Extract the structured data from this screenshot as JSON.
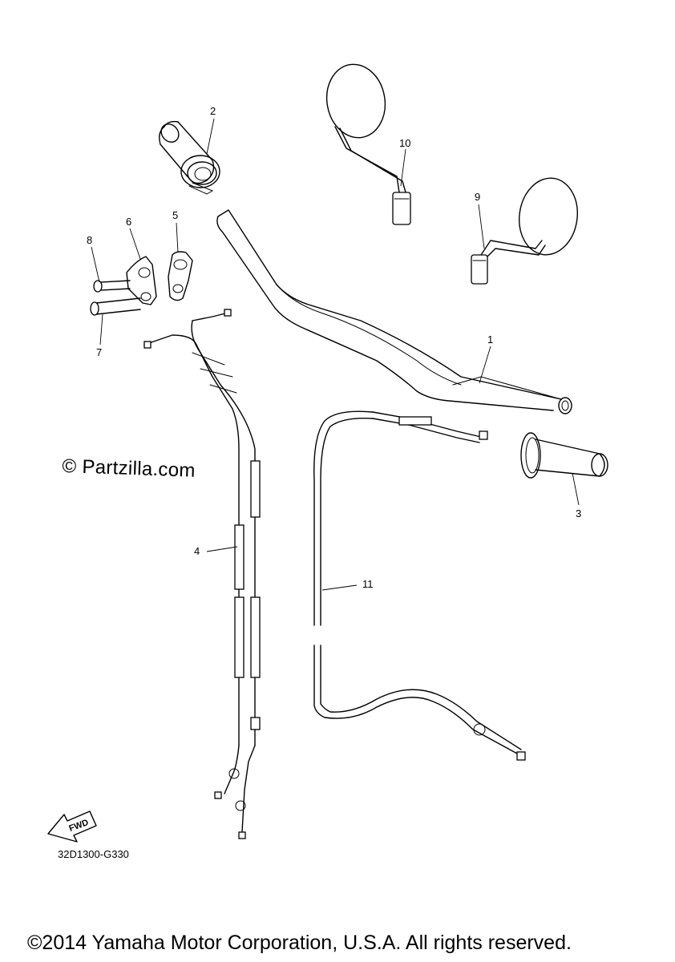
{
  "diagram": {
    "callouts": [
      {
        "id": "1",
        "label": "1"
      },
      {
        "id": "2",
        "label": "2"
      },
      {
        "id": "3",
        "label": "3"
      },
      {
        "id": "4",
        "label": "4"
      },
      {
        "id": "5",
        "label": "5"
      },
      {
        "id": "6",
        "label": "6"
      },
      {
        "id": "7",
        "label": "7"
      },
      {
        "id": "8",
        "label": "8"
      },
      {
        "id": "9",
        "label": "9"
      },
      {
        "id": "10",
        "label": "10"
      },
      {
        "id": "11",
        "label": "11"
      }
    ],
    "fwd_label": "FWD",
    "code": "32D1300-G330"
  },
  "watermark": "© Partzilla.com",
  "footer": {
    "copyright": "©2014 Yamaha Motor Corporation, U.S.A. All rights reserved."
  },
  "colors": {
    "background": "#ffffff",
    "line": "#000000"
  }
}
